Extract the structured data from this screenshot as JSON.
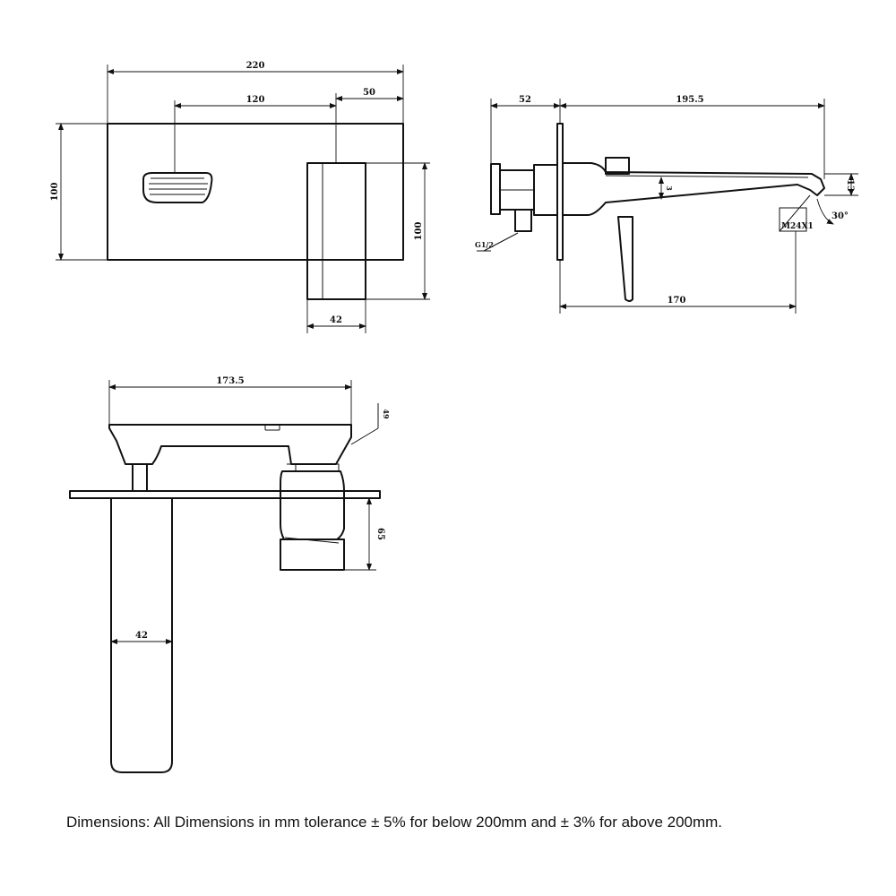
{
  "front_view": {
    "dims": {
      "width": "220",
      "lever_offset": "120",
      "lever_to_edge": "50",
      "height_left": "100",
      "height_right": "100",
      "mixer_width": "42"
    }
  },
  "side_view": {
    "dims": {
      "wall_depth": "52",
      "projection": "195.5",
      "spout_to_plate": "170",
      "spout_thickness": "13",
      "aerator": "M24X1",
      "angle": "30°",
      "plate_gap": "3",
      "inlet": "G1/2"
    }
  },
  "top_view": {
    "dims": {
      "spout_length": "173.5",
      "lever_height": "49",
      "body_depth": "65",
      "body_width": "42"
    }
  },
  "caption": "Dimensions: All Dimensions in mm tolerance ± 5% for below 200mm and ± 3% for above 200mm."
}
